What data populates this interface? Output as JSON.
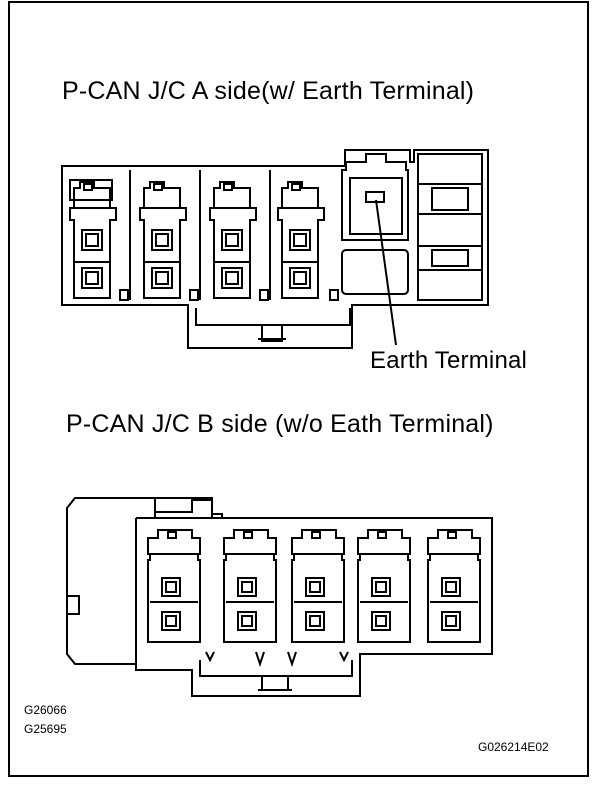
{
  "title_a": "P-CAN J/C A side(w/ Earth Terminal)",
  "title_b": "P-CAN J/C B side (w/o Eath Terminal)",
  "callout_earth": "Earth Terminal",
  "codes_left": [
    "G26066",
    "G25695"
  ],
  "code_right": "G026214E02"
}
